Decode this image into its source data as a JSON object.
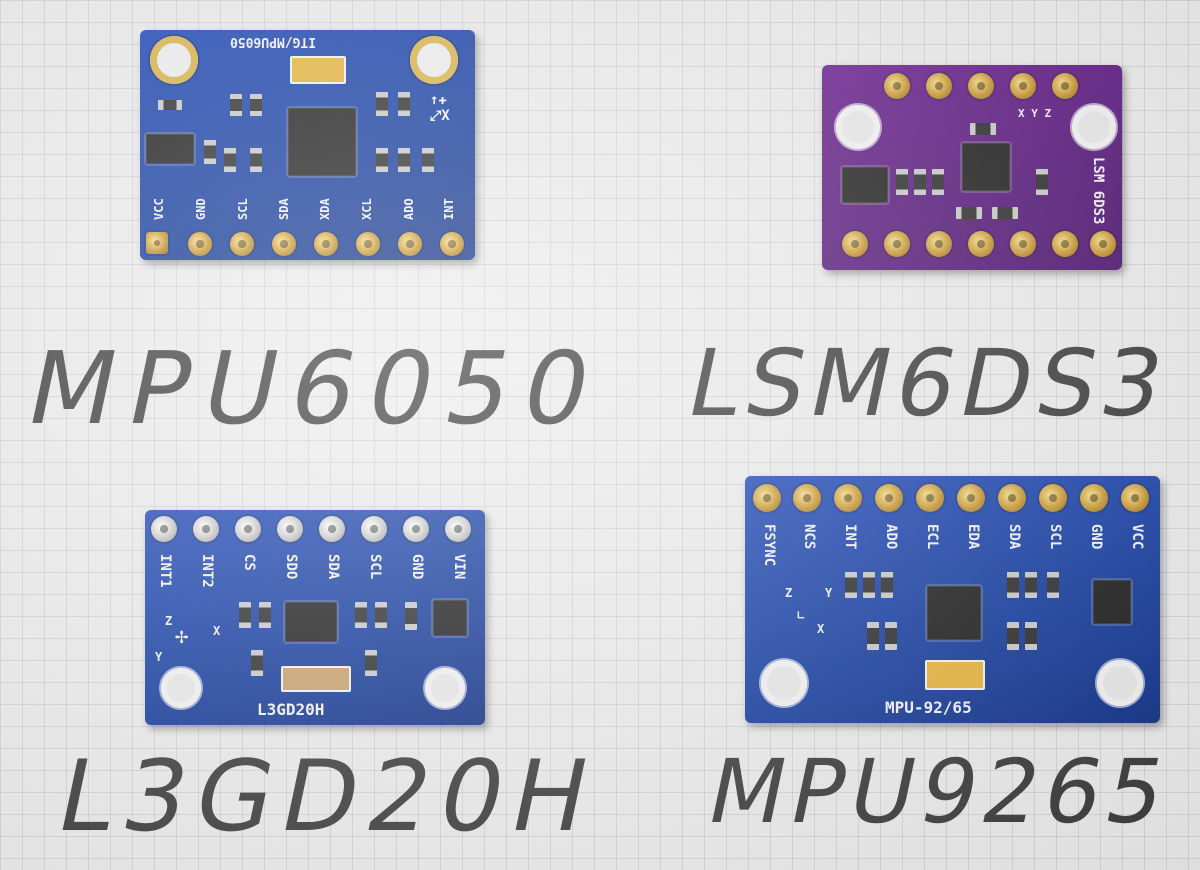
{
  "labels": {
    "mpu6050": "MPU6050",
    "lsm6ds3": "LSM6DS3",
    "l3gd20h": "L3GD20H",
    "mpu9265": "MPU9265"
  },
  "boards": {
    "mpu6050": {
      "silk_title": "ITG/MPU6050",
      "pins": [
        "VCC",
        "GND",
        "SCL",
        "SDA",
        "XDA",
        "XCL",
        "ADO",
        "INT"
      ],
      "color": "#1a44b0"
    },
    "lsm6ds3": {
      "silk_title": "LSM 6DS3",
      "axes": "X Y Z",
      "color": "#5a1880"
    },
    "l3gd20h": {
      "silk_title": "L3GD20H",
      "pins": [
        "INT1",
        "INT2",
        "CS",
        "SDO",
        "SDA",
        "SCL",
        "GND",
        "VIN"
      ],
      "axes": [
        "Z",
        "X",
        "Y"
      ],
      "color": "#1a44b0"
    },
    "mpu9265": {
      "silk_title": "MPU-92/65",
      "pins": [
        "FSYNC",
        "NCS",
        "INT",
        "ADO",
        "ECL",
        "EDA",
        "SDA",
        "SCL",
        "GND",
        "VCC"
      ],
      "axes": [
        "Z",
        "Y",
        "X"
      ],
      "color": "#1a44b0"
    }
  }
}
